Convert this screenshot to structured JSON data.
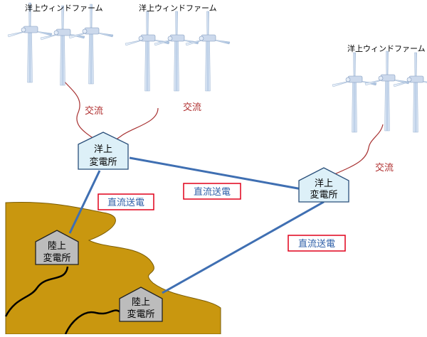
{
  "farms": [
    {
      "label": "洋上ウィンドファーム"
    },
    {
      "label": "洋上ウィンドファーム"
    },
    {
      "label": "洋上ウィンドファーム"
    }
  ],
  "ac_labels": [
    "交流",
    "交流",
    "交流"
  ],
  "dc_labels": [
    "直流送電",
    "直流送電",
    "直流送電"
  ],
  "offshore_substations": [
    {
      "line1": "洋上",
      "line2": "変電所"
    },
    {
      "line1": "洋上",
      "line2": "変電所"
    }
  ],
  "onshore_substations": [
    {
      "line1": "陸上",
      "line2": "変電所"
    },
    {
      "line1": "陸上",
      "line2": "変電所"
    }
  ],
  "colors": {
    "land": "#c9970f",
    "dc_line": "#3f6fb2",
    "ac_line": "#a83232",
    "ac_text": "#b03030",
    "dc_text": "#2e5fa8",
    "dc_box_border": "#e0001a",
    "offshore_fill": "#ddf0f8",
    "offshore_stroke": "#2a4f7a",
    "onshore_fill": "#bcbcbc",
    "onshore_stroke": "#222222",
    "turbine": "#c3d5ec"
  }
}
